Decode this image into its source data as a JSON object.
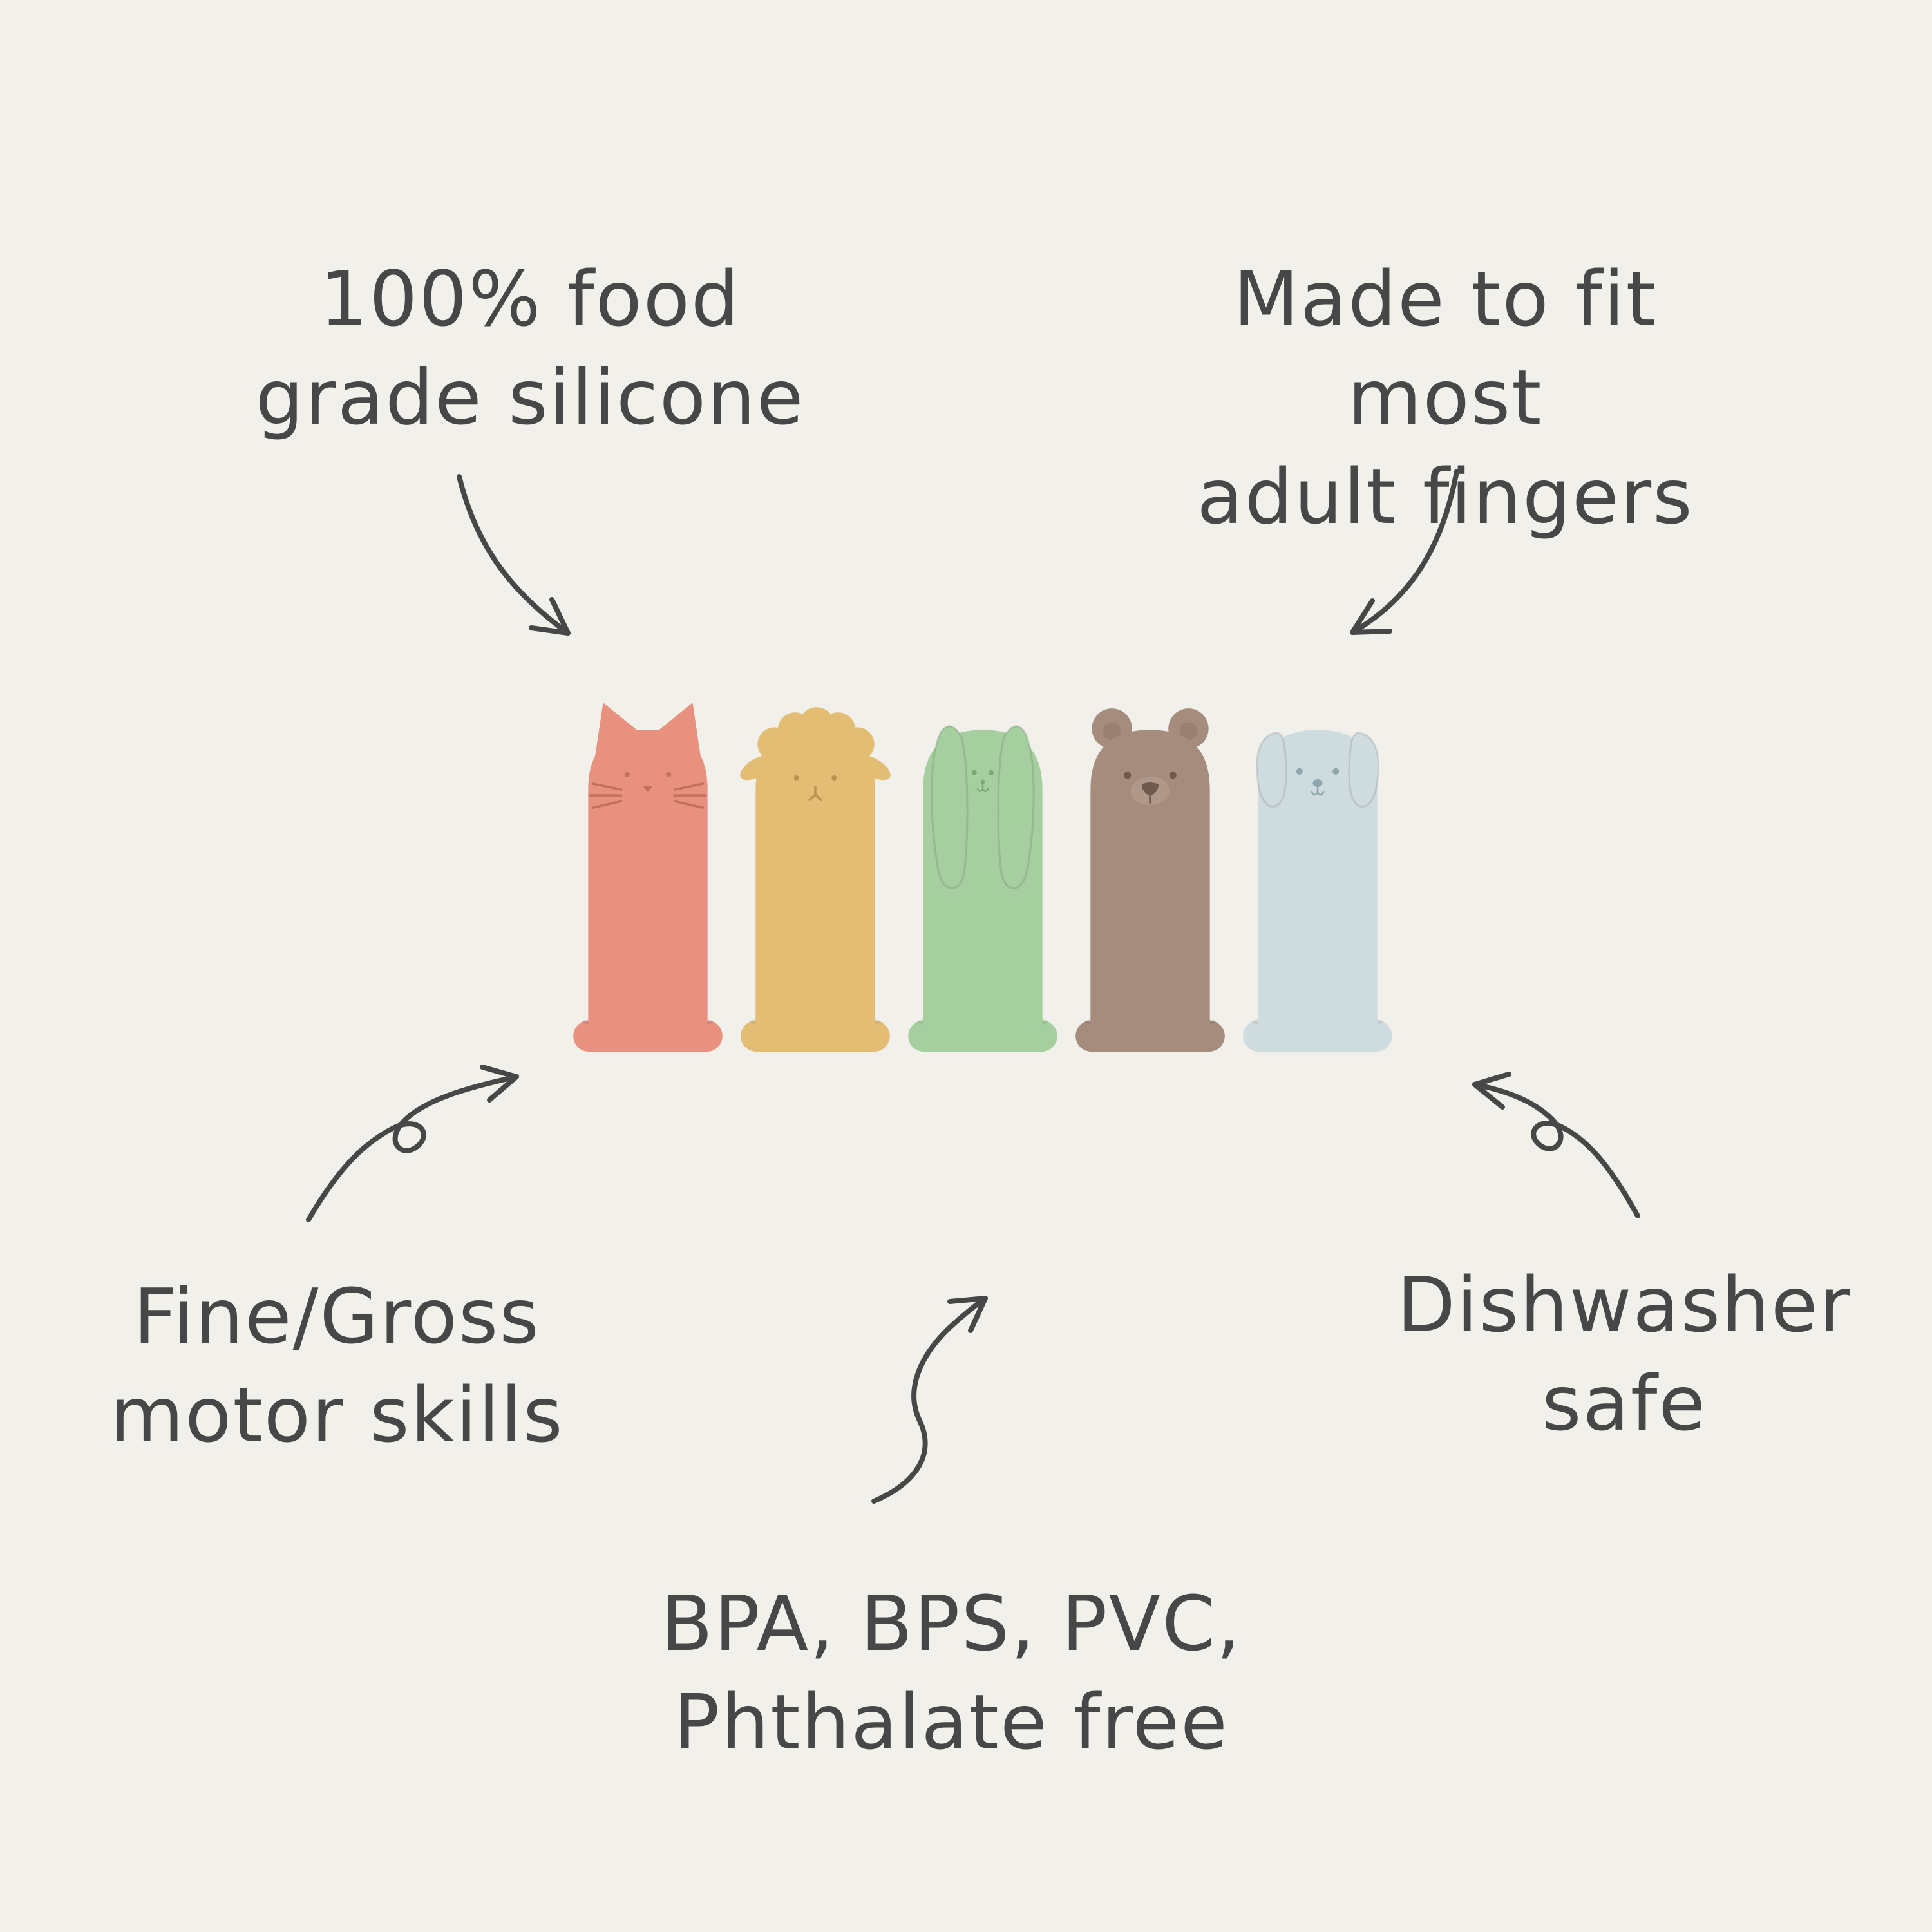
{
  "colors": {
    "background": "#f2f0ea",
    "ink": "#474747"
  },
  "annotations": {
    "food_grade": {
      "line1": "100% food",
      "line2": "grade silicone"
    },
    "fit_fingers": {
      "line1": "Made to fit most",
      "line2": "adult fingers"
    },
    "motor_skills": {
      "line1": "Fine/Gross",
      "line2": "motor skills"
    },
    "dishwasher": {
      "line1": "Dishwasher",
      "line2": "safe"
    },
    "bpa_free": {
      "line1": "BPA, BPS, PVC,",
      "line2": "Phthalate free"
    }
  },
  "puppets": [
    {
      "name": "cat",
      "body_color": "#e8917e",
      "feature_color": "#c4705c"
    },
    {
      "name": "lamb",
      "body_color": "#e3bd74",
      "feature_color": "#bb9350"
    },
    {
      "name": "bunny",
      "body_color": "#a5cf9f",
      "feature_color": "#7ca877"
    },
    {
      "name": "bear",
      "body_color": "#a68c7c",
      "feature_color": "#6f5a4d"
    },
    {
      "name": "dog",
      "body_color": "#cfdcdf",
      "feature_color": "#8fa6ad"
    }
  ]
}
